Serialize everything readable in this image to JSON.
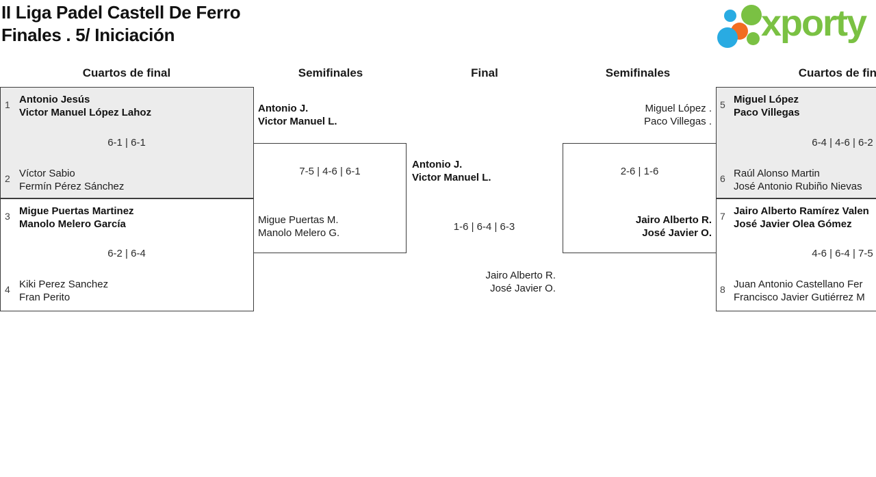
{
  "header": {
    "title_line1": "II Liga Padel Castell De Ferro",
    "title_line2": "Finales . 5/ Iniciación"
  },
  "logo": {
    "text": "xporty"
  },
  "colors": {
    "logo_green": "#7ac143",
    "logo_blue": "#29abe2",
    "logo_orange": "#f26d21",
    "box_gray": "#ececec",
    "border": "#3d3d3d"
  },
  "rounds": {
    "r1": "Cuartos de final",
    "r2": "Semifinales",
    "r3": "Final",
    "r4": "Semifinales",
    "r5": "Cuartos de final"
  },
  "matches": {
    "qf_left_top": {
      "seed_a": "1",
      "team_a_1": "Antonio Jesús",
      "team_a_2": "Victor Manuel López Lahoz",
      "score": "6-1 | 6-1",
      "seed_b": "2",
      "team_b_1": "Víctor Sabio",
      "team_b_2": "Fermín Pérez Sánchez"
    },
    "qf_left_bottom": {
      "seed_a": "3",
      "team_a_1": "Migue Puertas Martinez",
      "team_a_2": "Manolo Melero García",
      "score": "6-2 | 6-4",
      "seed_b": "4",
      "team_b_1": "Kiki Perez Sanchez",
      "team_b_2": "Fran Perito"
    },
    "sf_left": {
      "team_a_1": "Antonio J.",
      "team_a_2": "Victor Manuel L.",
      "score": "7-5 | 4-6 | 6-1",
      "team_b_1": "Migue Puertas M.",
      "team_b_2": "Manolo Melero G."
    },
    "final": {
      "team_a_1": "Antonio J.",
      "team_a_2": "Victor Manuel L.",
      "score": "1-6 | 6-4 | 6-3",
      "team_b_1": "Jairo Alberto R.",
      "team_b_2": "José Javier O."
    },
    "sf_right": {
      "team_a_1": "Miguel López .",
      "team_a_2": "Paco Villegas .",
      "score": "2-6 | 1-6",
      "team_b_1": "Jairo Alberto R.",
      "team_b_2": "José Javier O."
    },
    "qf_right_top": {
      "seed_a": "5",
      "team_a_1": "Miguel López",
      "team_a_2": "Paco Villegas",
      "score": "6-4 | 4-6 | 6-2",
      "seed_b": "6",
      "team_b_1": "Raúl Alonso Martin",
      "team_b_2": "José Antonio Rubiño Nievas"
    },
    "qf_right_bottom": {
      "seed_a": "7",
      "team_a_1": "Jairo Alberto Ramírez Valen",
      "team_a_2": "José Javier Olea Gómez",
      "score": "4-6 | 6-4 | 7-5",
      "seed_b": "8",
      "team_b_1": "Juan Antonio Castellano Fer",
      "team_b_2": "Francisco Javier Gutiérrez M"
    }
  }
}
